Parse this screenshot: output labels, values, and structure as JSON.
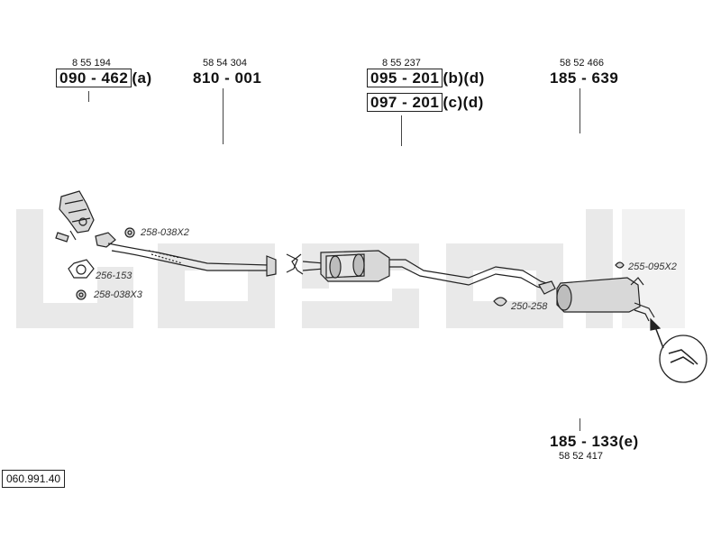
{
  "watermark": {
    "brand_text": "bosal"
  },
  "labels": [
    {
      "id": "090-462",
      "number": "8 55 194",
      "part": "090 - 462",
      "suffix": "(a)",
      "boxed": true
    },
    {
      "id": "810-001",
      "number": "58 54 304",
      "part": "810 - 001",
      "suffix": "",
      "boxed": false
    },
    {
      "id": "095-201",
      "number": "8 55 237",
      "part": "095 - 201",
      "suffix": "(b)(d)",
      "boxed": true
    },
    {
      "id": "097-201",
      "number": "",
      "part": "097 - 201",
      "suffix": "(c)(d)",
      "boxed": true
    },
    {
      "id": "185-639",
      "number": "58 52 466",
      "part": "185 - 639",
      "suffix": "",
      "boxed": false
    },
    {
      "id": "185-133",
      "number": "58 52 417",
      "part": "185 - 133",
      "suffix": "(e)",
      "boxed": false
    }
  ],
  "small_parts": [
    {
      "id": "258-038X2",
      "text": "258-038X2"
    },
    {
      "id": "256-153",
      "text": "256-153"
    },
    {
      "id": "258-038X3",
      "text": "258-038X3"
    },
    {
      "id": "250-258",
      "text": "250-258"
    },
    {
      "id": "255-095X2",
      "text": "255-095X2"
    }
  ],
  "diagram_code": "060.991.40",
  "colors": {
    "watermark": "#e9e9e9",
    "line": "#222222",
    "part_fill": "#d8d8d8"
  }
}
